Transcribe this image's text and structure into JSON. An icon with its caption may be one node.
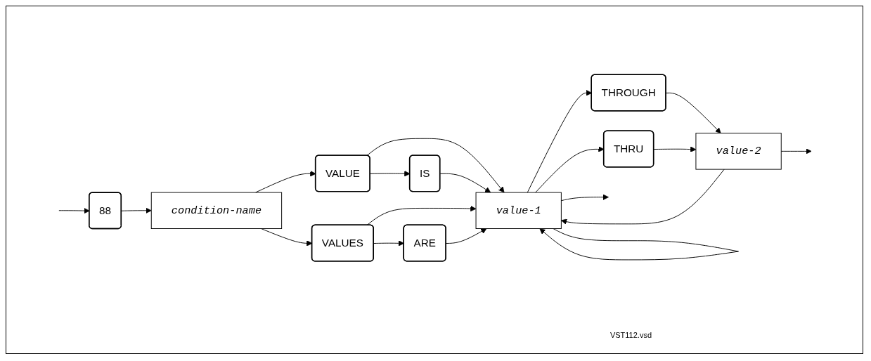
{
  "diagram": {
    "nodes": [
      {
        "text": [
          "88"
        ]
      },
      {
        "text": [
          "condition-name"
        ]
      },
      {
        "text": [
          "VALUE"
        ]
      },
      {
        "text": [
          "IS"
        ]
      },
      {
        "text": [
          "VALUES"
        ]
      },
      {
        "text": [
          "ARE"
        ]
      },
      {
        "text": [
          "value-1"
        ]
      },
      {
        "text": [
          "THROUGH"
        ]
      },
      {
        "text": [
          "THRU"
        ]
      },
      {
        "text": [
          "value-2"
        ]
      }
    ],
    "edges": [
      {
        "from": null,
        "to": 0,
        "arrow": "to"
      },
      {
        "from": 0,
        "to": 1,
        "arrow": "to"
      },
      {
        "from": 1,
        "to": 2,
        "arrow": "to"
      },
      {
        "from": 1,
        "to": 4,
        "arrow": "to"
      },
      {
        "from": 2,
        "to": 3,
        "arrow": "to"
      },
      {
        "from": 4,
        "to": 5,
        "arrow": "to"
      },
      {
        "from": 2,
        "to": 6,
        "arrow": "to"
      },
      {
        "from": 3,
        "to": 6,
        "arrow": "to"
      },
      {
        "from": 4,
        "to": 6,
        "arrow": "to"
      },
      {
        "from": 5,
        "to": 6,
        "arrow": "to"
      },
      {
        "from": 6,
        "to": 7,
        "arrow": "to"
      },
      {
        "from": 6,
        "to": 8,
        "arrow": "to"
      },
      {
        "from": 7,
        "to": 9,
        "arrow": "to"
      },
      {
        "from": 8,
        "to": 9,
        "arrow": "to"
      },
      {
        "from": 6,
        "to": null,
        "arrow": "to"
      },
      {
        "from": 9,
        "to": null,
        "arrow": "to"
      },
      {
        "from": 9,
        "to": 6,
        "arrow": "to"
      },
      {
        "from": 6,
        "to": 6,
        "arrow": "to"
      }
    ],
    "labels": [
      "VST112.vsd"
    ]
  }
}
